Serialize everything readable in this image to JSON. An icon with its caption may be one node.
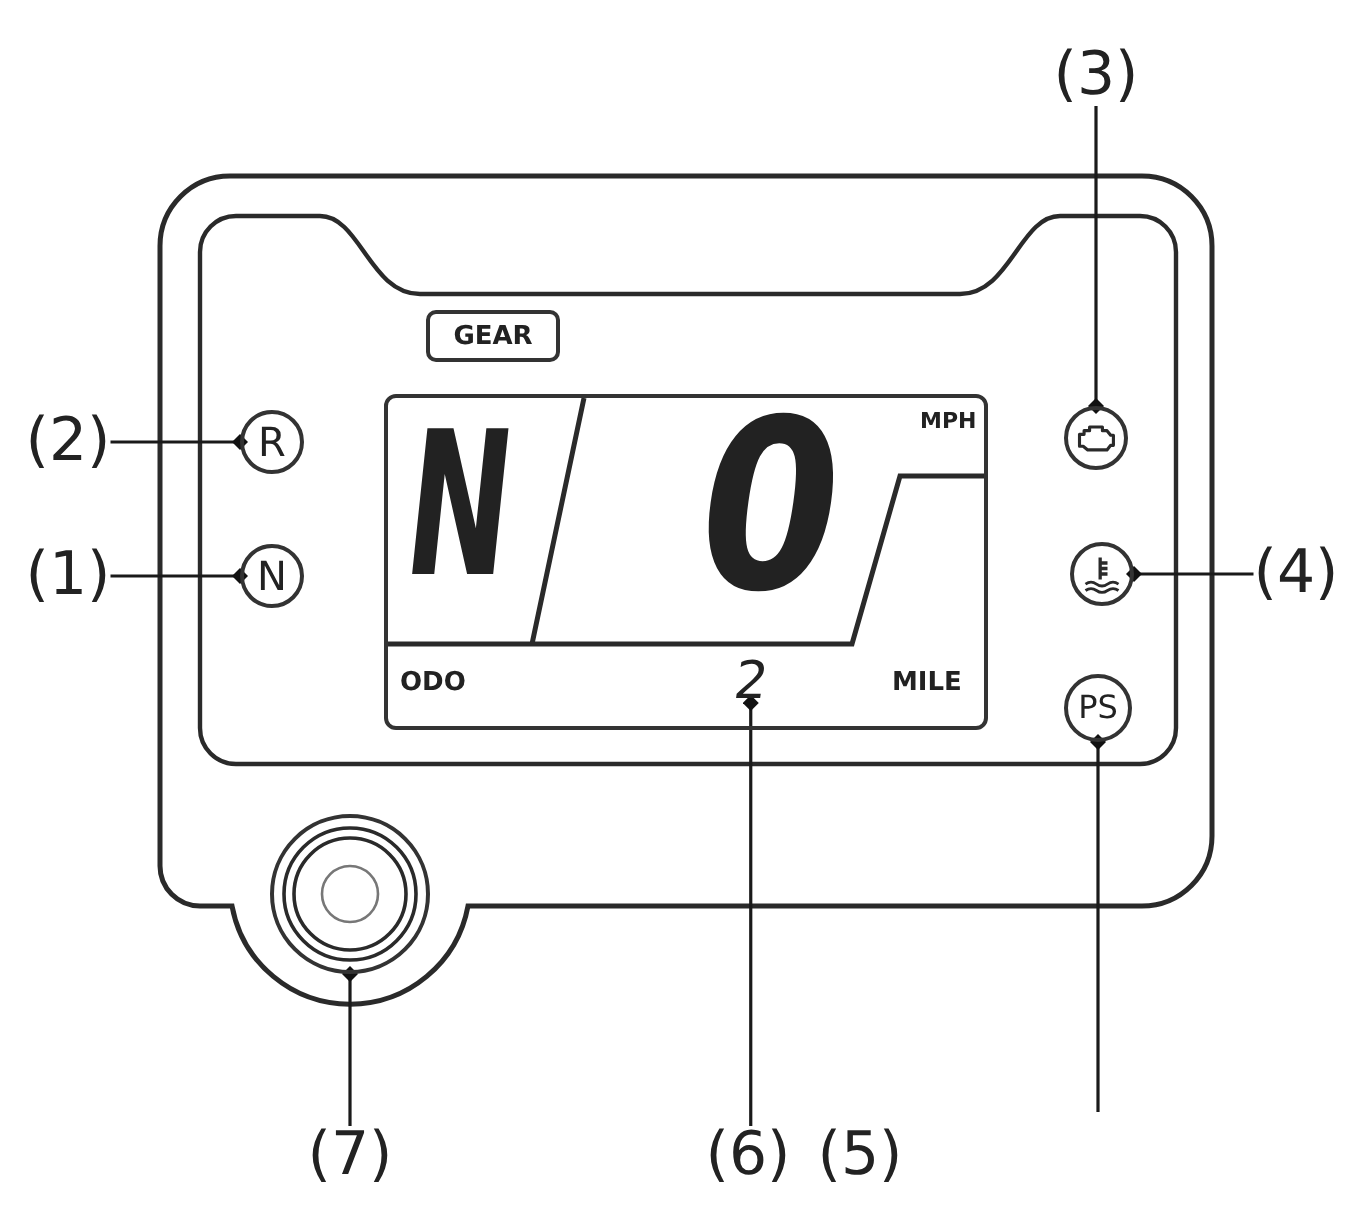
{
  "diagram": {
    "nodes": [
      {
        "text": [
          "(3)"
        ]
      },
      {
        "text": [
          "GEAR"
        ]
      },
      {
        "text": [
          "N",
          "0",
          "MPH",
          "ODO",
          "MILE"
        ]
      },
      {
        "text": [
          "(2)"
        ]
      },
      {
        "text": [
          "R"
        ]
      },
      {
        "text": [],
        "shape": "circle"
      },
      {
        "text": [
          "(1)"
        ]
      },
      {
        "text": [
          "N"
        ]
      },
      {
        "text": [],
        "shape": "circle"
      },
      {
        "text": [
          "(4)"
        ]
      },
      {
        "text": [
          "PS"
        ]
      },
      {
        "text": [
          "2"
        ],
        "in": 2
      },
      {
        "text": [],
        "shape": "circle"
      },
      {
        "text": [
          "(7)"
        ]
      },
      {
        "text": [
          "(6)"
        ]
      }
    ],
    "edges": [
      {
        "from": 3,
        "to": 4,
        "arrow": "other"
      },
      {
        "from": 6,
        "to": 7,
        "arrow": "other"
      },
      {
        "from": 0,
        "to": 5,
        "arrow": "other"
      },
      {
        "from": 9,
        "to": 8,
        "arrow": "other"
      },
      {
        "from": null,
        "to": 10,
        "arrow": "other"
      },
      {
        "from": 14,
        "to": 11,
        "arrow": "other"
      },
      {
        "from": 13,
        "to": 12,
        "arrow": "other"
      }
    ],
    "labels": [
      "(5)"
    ]
  }
}
